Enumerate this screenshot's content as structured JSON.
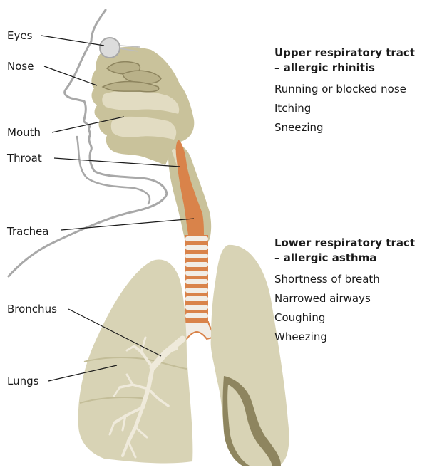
{
  "labels": {
    "eyes": "Eyes",
    "nose": "Nose",
    "mouth": "Mouth",
    "throat": "Throat",
    "trachea": "Trachea",
    "bronchus": "Bronchus",
    "lungs": "Lungs"
  },
  "upper": {
    "title_line1": "Upper respiratory tract",
    "title_line2": "– allergic rhinitis",
    "symptoms": [
      "Running or blocked nose",
      "Itching",
      "Sneezing"
    ]
  },
  "lower": {
    "title_line1": "Lower respiratory tract",
    "title_line2": "– allergic asthma",
    "symptoms": [
      "Shortness of breath",
      "Narrowed airways",
      "Coughing",
      "Wheezing"
    ]
  },
  "colors": {
    "tissue": "#c9c29b",
    "tissue_dark": "#b9b189",
    "airway_light": "#e2dcc2",
    "airway_orange": "#d9834a",
    "cartilage": "#f1ede6",
    "profile_line": "#a8a8a8",
    "lung": "#d8d3b5",
    "lung_shadow": "#8e855f",
    "bronchi": "#efeadb"
  }
}
